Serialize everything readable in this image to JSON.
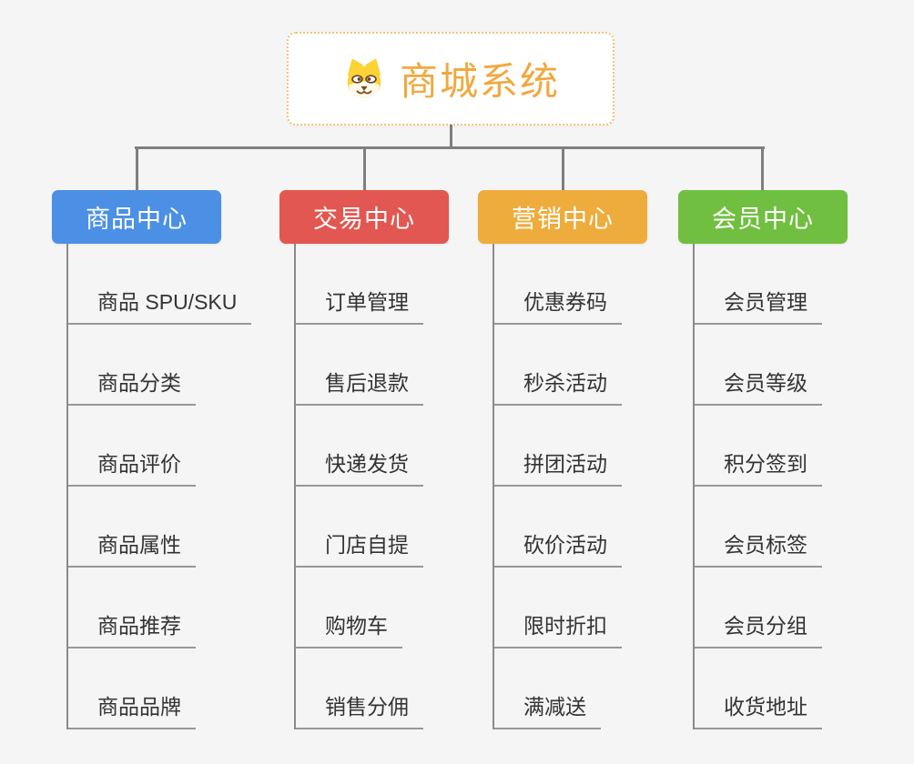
{
  "page": {
    "background_color": "#f5f5f5",
    "connector_color": "#7f7f7f",
    "underline_color": "#979797",
    "item_text_color": "#333333"
  },
  "root": {
    "title": "商城系统",
    "icon": "dog-face-icon",
    "text_color": "#f0a93f",
    "border_color": "#f1c37a",
    "icon_colors": {
      "fur": "#fcd335",
      "muzzle": "#fff9ea",
      "features": "#7c4a21"
    }
  },
  "branches": [
    {
      "label": "商品中心",
      "color": "#4b90e4",
      "items": [
        "商品 SPU/SKU",
        "商品分类",
        "商品评价",
        "商品属性",
        "商品推荐",
        "商品品牌"
      ]
    },
    {
      "label": "交易中心",
      "color": "#e25751",
      "items": [
        "订单管理",
        "售后退款",
        "快递发货",
        "门店自提",
        "购物车",
        "销售分佣"
      ]
    },
    {
      "label": "营销中心",
      "color": "#eeac3c",
      "items": [
        "优惠券码",
        "秒杀活动",
        "拼团活动",
        "砍价活动",
        "限时折扣",
        "满减送"
      ]
    },
    {
      "label": "会员中心",
      "color": "#71bf40",
      "items": [
        "会员管理",
        "会员等级",
        "积分签到",
        "会员标签",
        "会员分组",
        "收货地址"
      ]
    }
  ]
}
